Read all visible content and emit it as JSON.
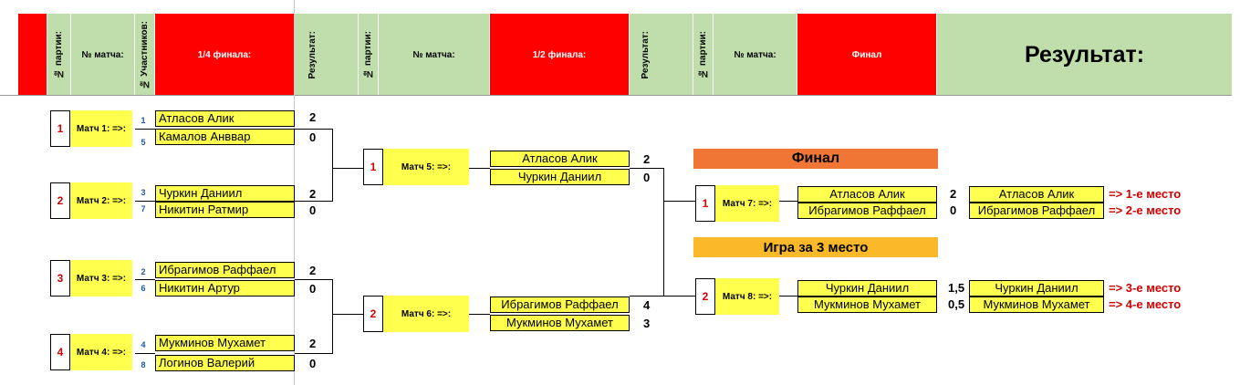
{
  "header": {
    "party_no": "№ партии:",
    "match_no": "№ матча:",
    "participants_no": "№ Участников:",
    "quarter": "1/4 финала:",
    "result_short": "Результат:",
    "semi": "1/2 финала:",
    "final": "Финал",
    "result": "Результат:"
  },
  "colors": {
    "red": "#ff0000",
    "green": "#c0deac",
    "yellow": "#ffff4d",
    "orange": "#f07636",
    "gold": "#fbb829",
    "accent": "#d00000",
    "seed": "#1c57a5"
  },
  "quarter": [
    {
      "party": "1",
      "label": "Матч 1: =>:",
      "p1": {
        "seed": "1",
        "name": "Атласов Алик",
        "score": "2"
      },
      "p2": {
        "seed": "5",
        "name": "Камалов Анввар",
        "score": "0"
      }
    },
    {
      "party": "2",
      "label": "Матч 2: =>:",
      "p1": {
        "seed": "3",
        "name": "Чуркин Даниил",
        "score": "2"
      },
      "p2": {
        "seed": "7",
        "name": "Никитин Ратмир",
        "score": "0"
      }
    },
    {
      "party": "3",
      "label": "Матч 3: =>:",
      "p1": {
        "seed": "2",
        "name": "Ибрагимов Раффаел",
        "score": "2"
      },
      "p2": {
        "seed": "6",
        "name": "Никитин Артур",
        "score": "0"
      }
    },
    {
      "party": "4",
      "label": "Матч 4: =>:",
      "p1": {
        "seed": "4",
        "name": "Мукминов Мухамет",
        "score": "2"
      },
      "p2": {
        "seed": "8",
        "name": "Логинов Валерий",
        "score": "0"
      }
    }
  ],
  "semi": [
    {
      "party": "1",
      "label": "Матч 5: =>:",
      "p1": {
        "name": "Атласов Алик",
        "score": "2"
      },
      "p2": {
        "name": "Чуркин Даниил",
        "score": "0"
      }
    },
    {
      "party": "2",
      "label": "Матч 6: =>:",
      "p1": {
        "name": "Ибрагимов Раффаел",
        "score": "4"
      },
      "p2": {
        "name": "Мукминов Мухамет",
        "score": "3"
      }
    }
  ],
  "final_banner": "Финал",
  "third_banner": "Игра за 3 место",
  "final": {
    "party": "1",
    "label": "Матч 7: =>:",
    "p1": {
      "name": "Атласов Алик",
      "score": "2"
    },
    "p2": {
      "name": "Ибрагимов Раффаел",
      "score": "0"
    }
  },
  "third": {
    "party": "2",
    "label": "Матч 8: =>:",
    "p1": {
      "name": "Чуркин Даниил",
      "score": "1,5"
    },
    "p2": {
      "name": "Мукминов Мухамет",
      "score": "0,5"
    }
  },
  "results": [
    {
      "name": "Атласов Алик",
      "place": "=>  1-е место"
    },
    {
      "name": "Ибрагимов Раффаел",
      "place": "=>  2-е место"
    },
    {
      "name": "Чуркин Даниил",
      "place": "=>  3-е место"
    },
    {
      "name": "Мукминов Мухамет",
      "place": "=>  4-е место"
    }
  ]
}
